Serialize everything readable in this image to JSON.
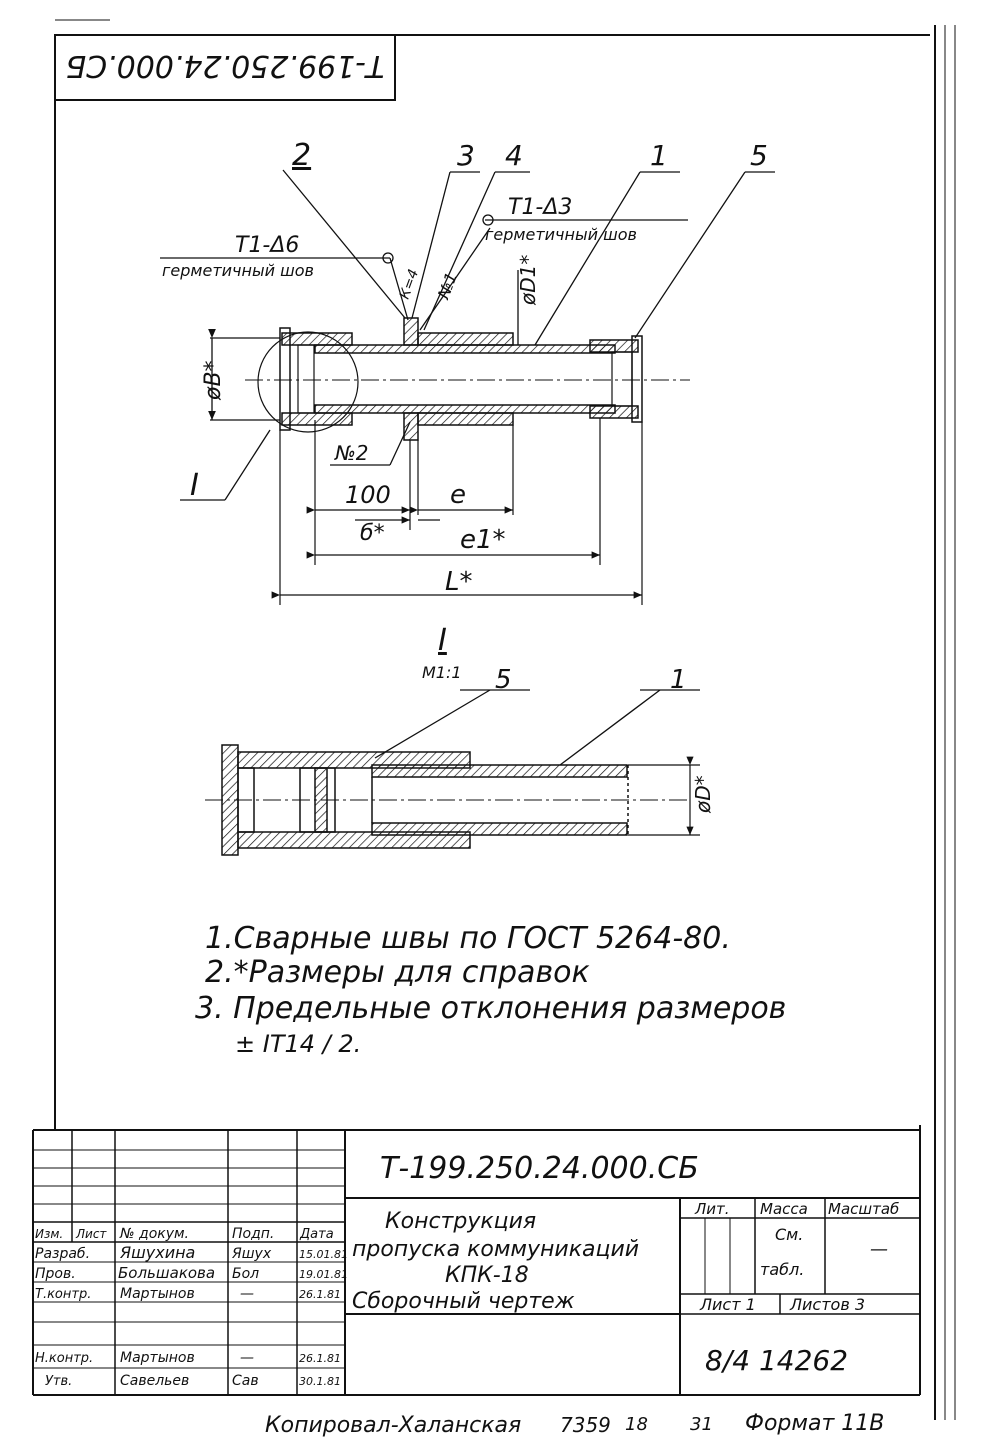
{
  "stamp_top": "Т-199.250.24.000.СБ",
  "callouts": {
    "c1": "1",
    "c2": "2",
    "c3": "3",
    "c4": "4",
    "c5": "5",
    "section_I": "I"
  },
  "welds": {
    "w1_code": "Т1-Δ3",
    "w1_desc": "герметичный шов",
    "w2_code": "Т1-Δ6",
    "w2_desc": "герметичный шов",
    "n1": "№1",
    "n2": "№2",
    "ks": "К=4"
  },
  "dims": {
    "dia_B": "øB*",
    "dia_D1": "øD1*",
    "d100": "100",
    "de": "e",
    "db": "б*",
    "de1": "e1*",
    "dL": "L*",
    "dia_D": "øD*"
  },
  "detail": {
    "title": "I",
    "scale": "М1:1",
    "c5": "5",
    "c1": "1"
  },
  "notes": [
    "1.Сварные швы по ГОСТ 5264-80.",
    "2.*Размеры для справок",
    "3. Предельные отклонения размеров",
    "± IT14 / 2."
  ],
  "title_block": {
    "doc_code": "Т-199.250.24.000.СБ",
    "name_line1": "Конструкция",
    "name_line2": "пропуска коммуникаций",
    "name_line3": "КПК-18",
    "name_line4": "Сборочный чертеж",
    "h_izm": "Изм.",
    "h_list": "Лист",
    "h_doc": "№ докум.",
    "h_podp": "Подп.",
    "h_data": "Дата",
    "r1_role": "Разраб.",
    "r1_name": "Яшухина",
    "r1_sign": "Яшух",
    "r1_date": "15.01.81",
    "r2_role": "Пров.",
    "r2_name": "Большакова",
    "r2_sign": "Бол",
    "r2_date": "19.01.81",
    "r3_role": "Т.контр.",
    "r3_name": "Мартынов",
    "r3_sign": "—",
    "r3_date": "26.1.81",
    "r4_role": "Н.контр.",
    "r4_name": "Мартынов",
    "r4_sign": "—",
    "r4_date": "26.1.81",
    "r5_role": "Утв.",
    "r5_name": "Савельев",
    "r5_sign": "Сав",
    "r5_date": "30.1.81",
    "lit": "Лит.",
    "massa": "Масса",
    "masshtab": "Масштаб",
    "see": "См.",
    "tabl": "табл.",
    "scale_val": "—",
    "sheet": "Лист 1",
    "sheets": "Листов 3",
    "org_code": "8/4 14262"
  },
  "footer": {
    "copy": "Копировал-Халанская",
    "num": "7359",
    "f1": "18",
    "f2": "31",
    "format": "Формат 11В"
  }
}
